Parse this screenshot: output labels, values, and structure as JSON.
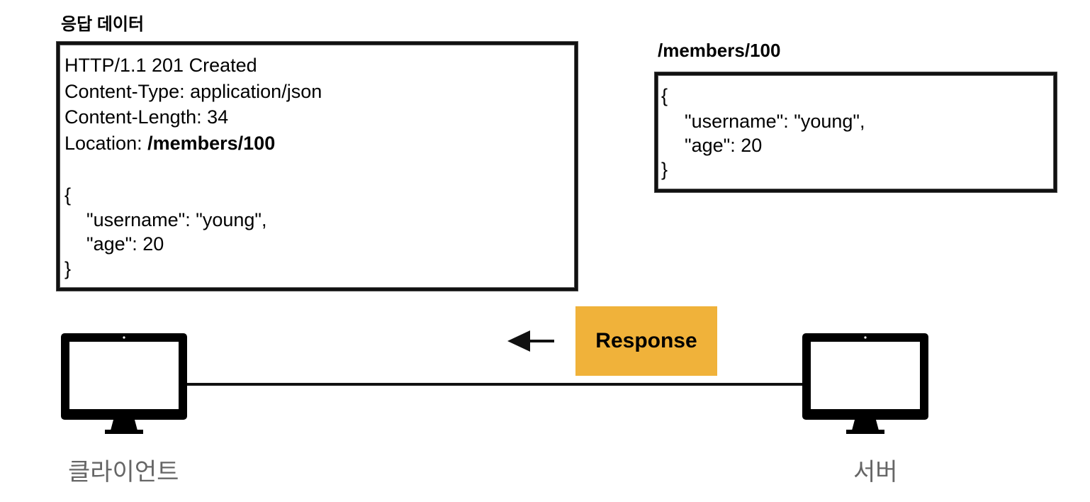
{
  "titles": {
    "response_data": "응답 데이터",
    "resource_path": "/members/100"
  },
  "response_message": {
    "status_line": "HTTP/1.1 201 Created",
    "content_type": "Content-Type: application/json",
    "content_length": "Content-Length: 34",
    "location_label": "Location: ",
    "location_value": "/members/100",
    "body_open": "{",
    "body_username": "\"username\": \"young\",",
    "body_age": "\"age\": 20",
    "body_close": "}"
  },
  "resource_body": {
    "open": "{",
    "username": "\"username\": \"young\",",
    "age": "\"age\": 20",
    "close": "}"
  },
  "response_label": "Response",
  "client_label": "클라이언트",
  "server_label": "서버",
  "colors": {
    "response_fill": "#f0b23a",
    "caption_text": "#666666"
  }
}
